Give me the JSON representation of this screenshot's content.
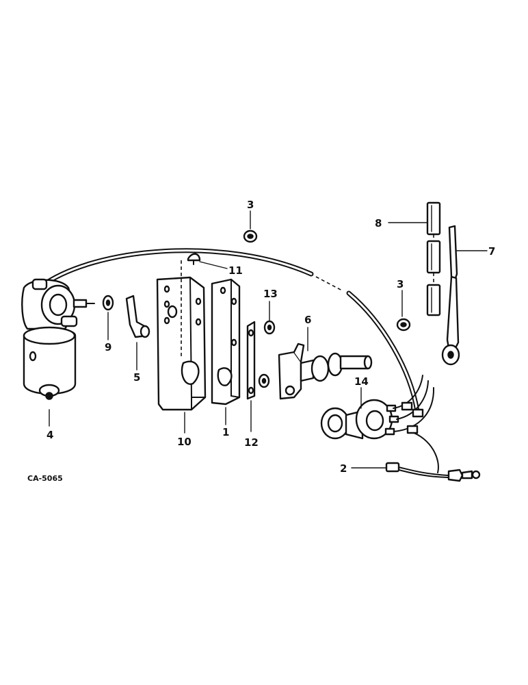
{
  "diagram": {
    "code": "CA-5065",
    "callouts": {
      "c1": "1",
      "c2": "2",
      "c3a": "3",
      "c3b": "3",
      "c4": "4",
      "c5": "5",
      "c6": "6",
      "c7": "7",
      "c8": "8",
      "c9": "9",
      "c10": "10",
      "c11": "11",
      "c12": "12",
      "c13": "13",
      "c14": "14"
    }
  }
}
